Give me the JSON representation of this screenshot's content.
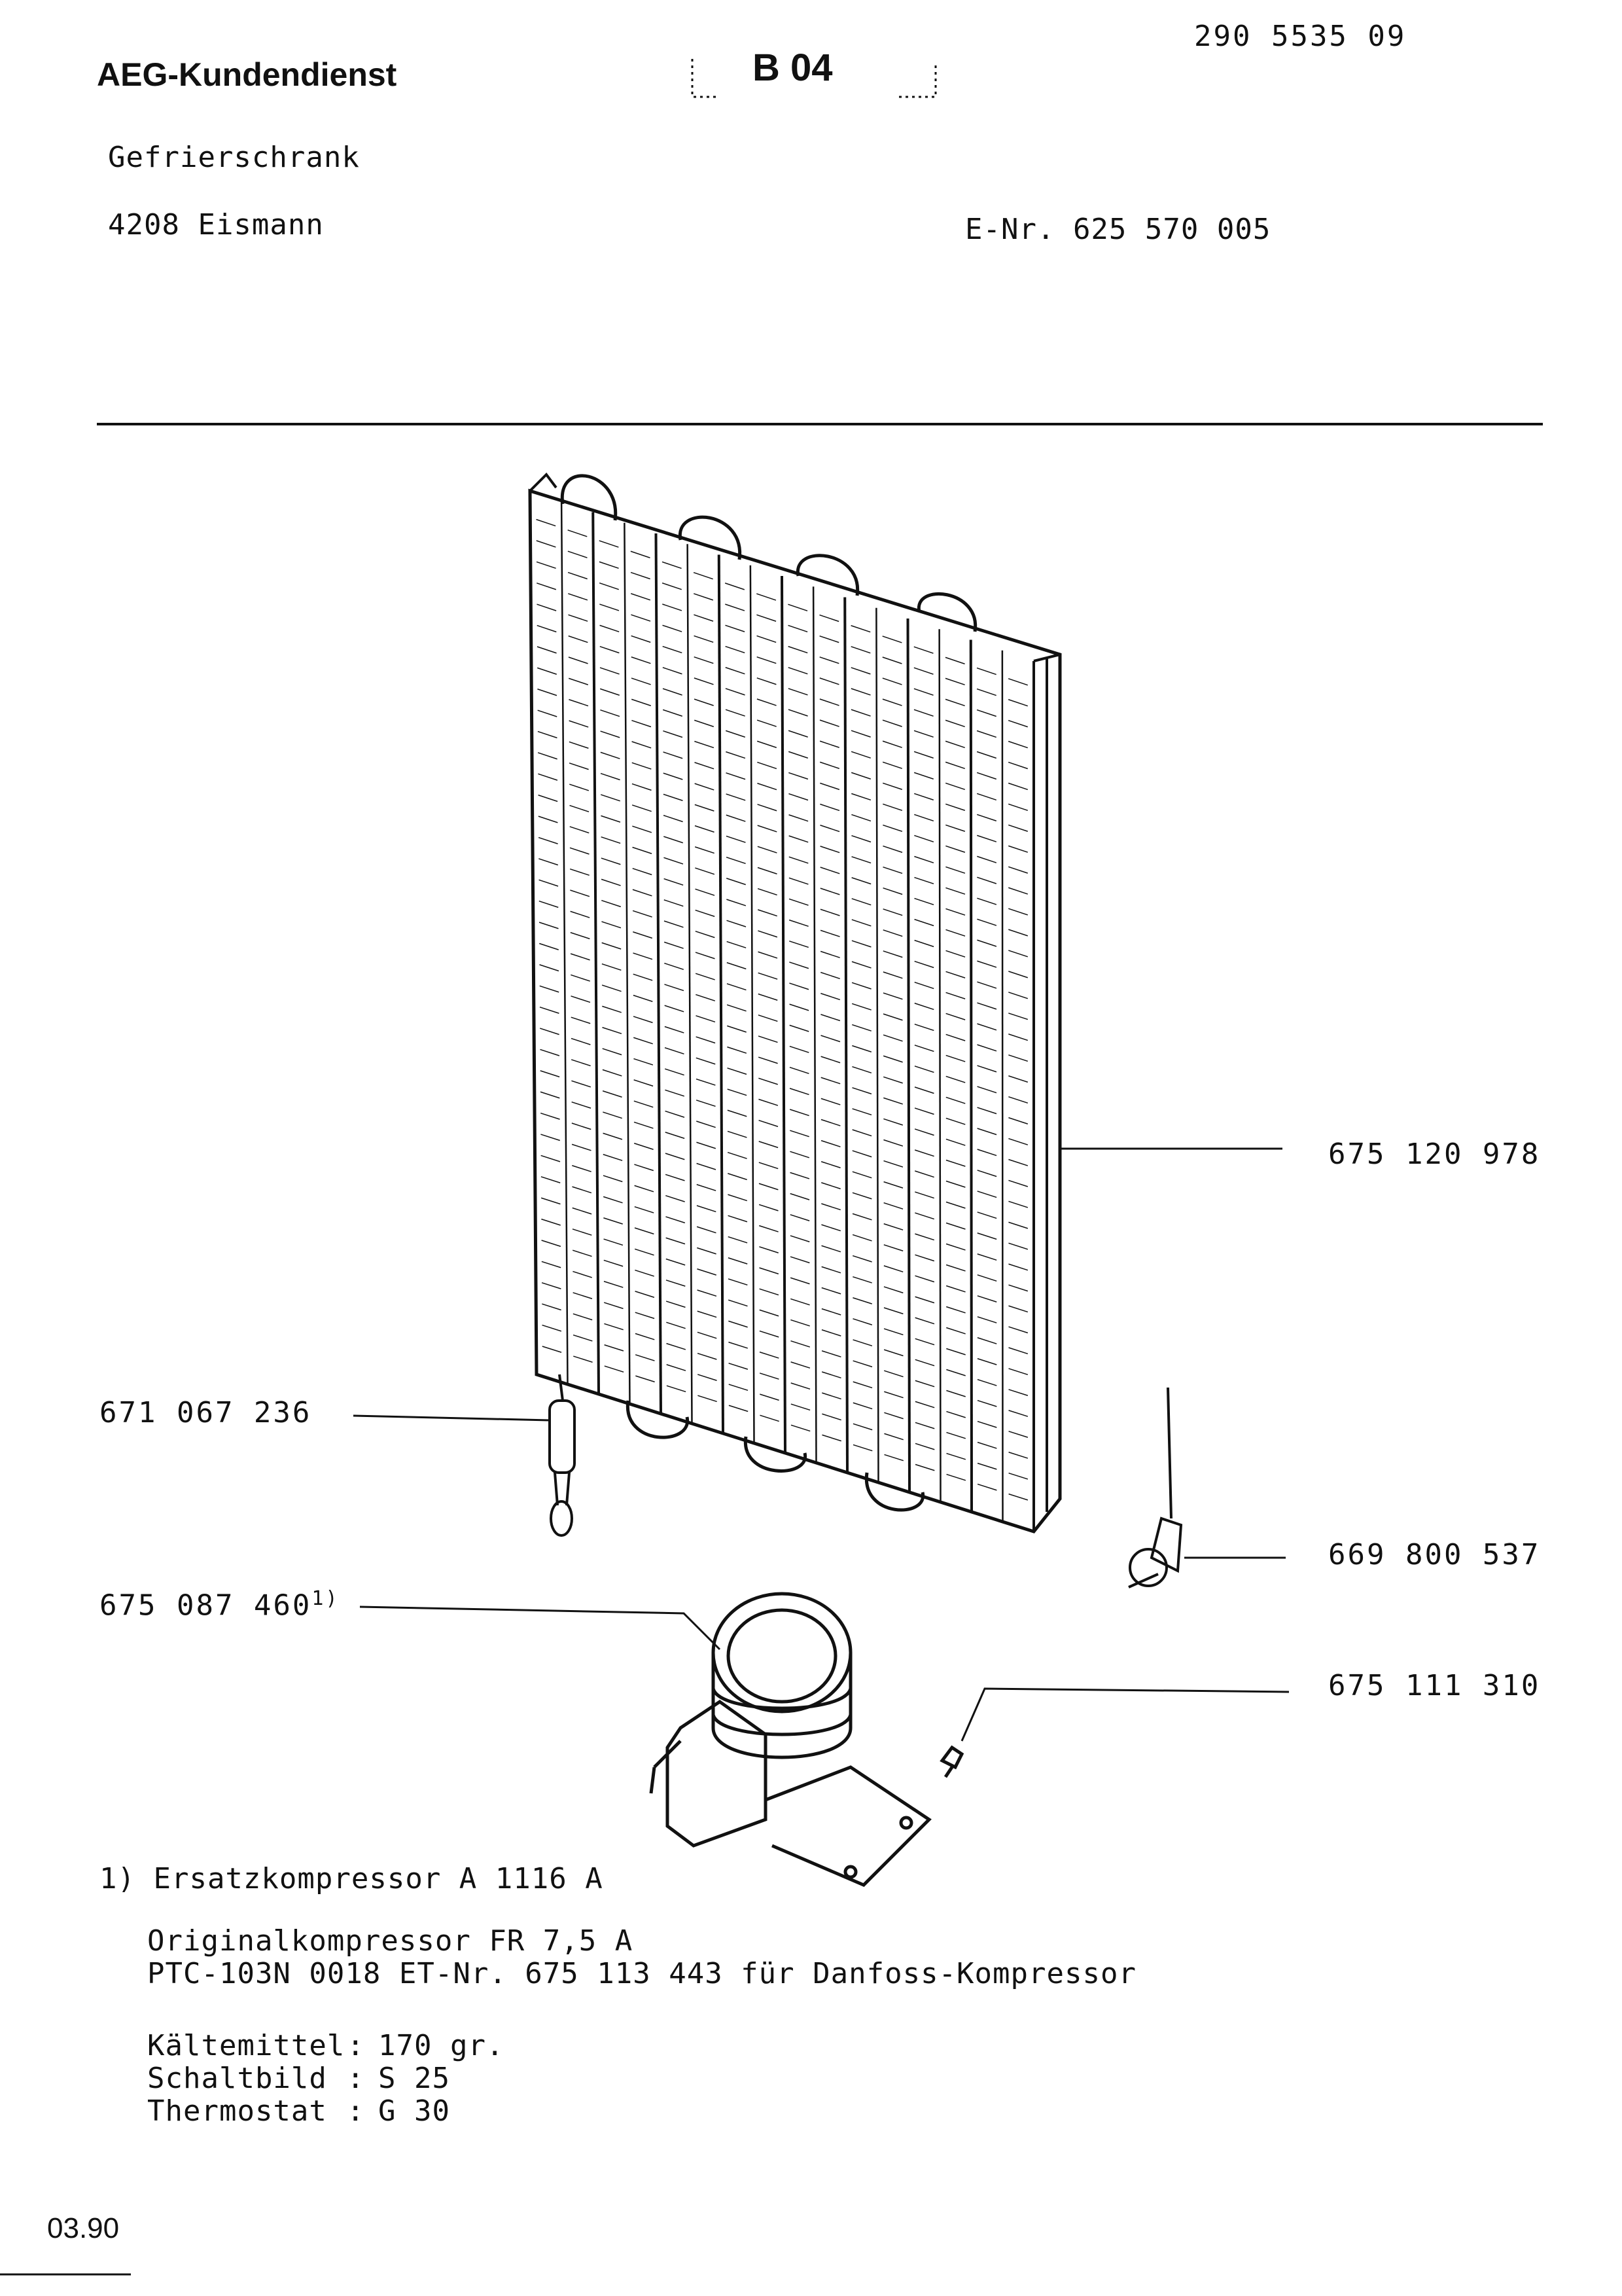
{
  "header": {
    "brand": "AEG-Kundendienst",
    "section_code": "B 04",
    "doc_number": "290 5535 09",
    "appliance_type": "Gefrierschrank",
    "model": "4208 Eismann",
    "e_nr": "E-Nr. 625 570 005"
  },
  "parts": {
    "evaporator": "675 120 978",
    "sensor": "671 067 236",
    "compressor": "675 087 460",
    "compressor_footnote_mark": "1)",
    "thermostat_part": "669 800 537",
    "relay": "675 111 310"
  },
  "notes": {
    "footnote_1": "1) Ersatzkompressor A 1116 A",
    "original": "Originalkompressor FR 7,5 A",
    "ptc": "PTC-103N 0018 ET-Nr. 675 113 443 für Danfoss-Kompressor",
    "specs": [
      {
        "label": "Kältemittel",
        "value": "170 gr."
      },
      {
        "label": "Schaltbild",
        "value": "S 25"
      },
      {
        "label": "Thermostat",
        "value": "G 30"
      }
    ]
  },
  "footer": {
    "date": "03.90"
  }
}
